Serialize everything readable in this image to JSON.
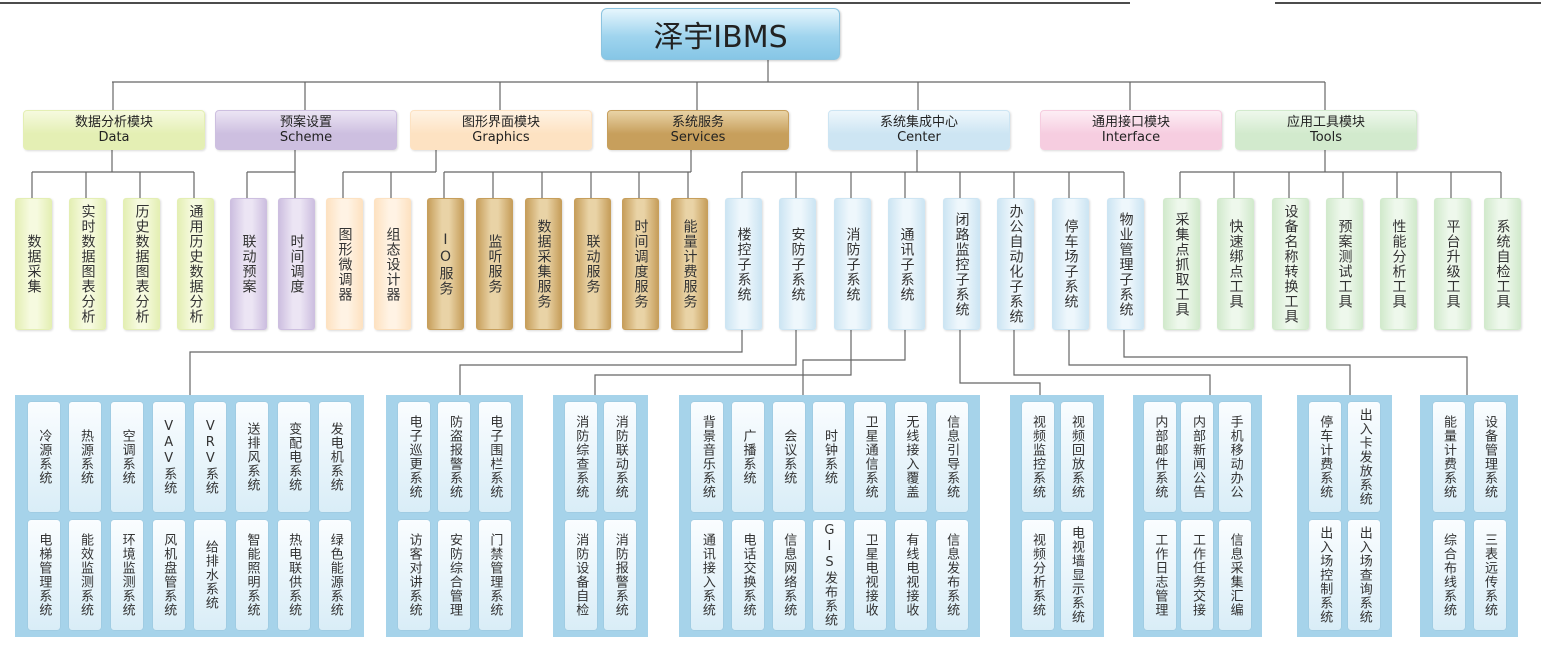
{
  "root": {
    "title": "泽宇IBMS"
  },
  "modules": [
    {
      "cn": "数据分析模块",
      "en": "Data",
      "color": "#e4efb4",
      "children": [
        "数据采集",
        "实时数据图表分析",
        "历史数据图表分析",
        "通用历史数据分析"
      ]
    },
    {
      "cn": "预案设置",
      "en": "Scheme",
      "color": "#cdbfe0",
      "children": [
        "联动预案",
        "时间调度"
      ]
    },
    {
      "cn": "图形界面模块",
      "en": "Graphics",
      "color": "#fde2c2",
      "children": [
        "图形微调器",
        "组态设计器"
      ]
    },
    {
      "cn": "系统服务",
      "en": "Services",
      "color": "#c79f5c",
      "children": [
        "IO服务",
        "监听服务",
        "数据采集服务",
        "联动服务",
        "时间调度服务",
        "能量计费服务"
      ]
    },
    {
      "cn": "系统集成中心",
      "en": "Center",
      "color": "#cde5f3",
      "children": [
        "楼控子系统",
        "安防子系统",
        "消防子系统",
        "通讯子系统",
        "闭路监控子系统",
        "办公自动化子系统",
        "停车场子系统",
        "物业管理子系统"
      ]
    },
    {
      "cn": "通用接口模块",
      "en": "Interface",
      "color": "#f6cde0",
      "children": []
    },
    {
      "cn": "应用工具模块",
      "en": "Tools",
      "color": "#d2eacd",
      "children": [
        "采集点抓取工具",
        "快速绑点工具",
        "设备名称转换工具",
        "预案测试工具",
        "性能分析工具",
        "平台升级工具",
        "系统自检工具"
      ]
    }
  ],
  "subsystems": [
    {
      "parent": "楼控子系统",
      "rows": [
        [
          "冷源系统",
          "热源系统",
          "空调系统",
          "VAV系统",
          "VRV系统",
          "送排风系统",
          "变配电系统",
          "发电机系统"
        ],
        [
          "电梯管理系统",
          "能效监测系统",
          "环境监测系统",
          "风机盘管系统",
          "给排水系统",
          "智能照明系统",
          "热电联供系统",
          "绿色能源系统"
        ]
      ]
    },
    {
      "parent": "安防子系统",
      "rows": [
        [
          "电子巡更系统",
          "防盗报警系统",
          "电子围栏系统"
        ],
        [
          "访客对讲系统",
          "安防综合管理",
          "门禁管理系统"
        ]
      ]
    },
    {
      "parent": "消防子系统",
      "rows": [
        [
          "消防综查系统",
          "消防联动系统"
        ],
        [
          "消防设备自检",
          "消防报警系统"
        ]
      ]
    },
    {
      "parent": "通讯子系统",
      "rows": [
        [
          "背景音乐系统",
          "广播系统",
          "会议系统",
          "时钟系统",
          "卫星通信系统",
          "无线接入覆盖",
          "信息引导系统"
        ],
        [
          "通讯接入系统",
          "电话交换系统",
          "信息网络系统",
          "GIS发布系统",
          "卫星电视接收",
          "有线电视接收",
          "信息发布系统"
        ]
      ]
    },
    {
      "parent": "闭路监控子系统",
      "rows": [
        [
          "视频监控系统",
          "视频回放系统"
        ],
        [
          "视频分析系统",
          "电视墙显示系统"
        ]
      ]
    },
    {
      "parent": "办公自动化子系统",
      "rows": [
        [
          "内部邮件系统",
          "内部新闻公告",
          "手机移动办公"
        ],
        [
          "工作日志管理",
          "工作任务交接",
          "信息采集汇编"
        ]
      ]
    },
    {
      "parent": "停车场子系统",
      "rows": [
        [
          "停车计费系统",
          "出入卡发放系统"
        ],
        [
          "出入场控制系统",
          "出入场查询系统"
        ]
      ]
    },
    {
      "parent": "物业管理子系统",
      "rows": [
        [
          "能量计费系统",
          "设备管理系统"
        ],
        [
          "综合布线系统",
          "三表远传系统"
        ]
      ]
    }
  ]
}
